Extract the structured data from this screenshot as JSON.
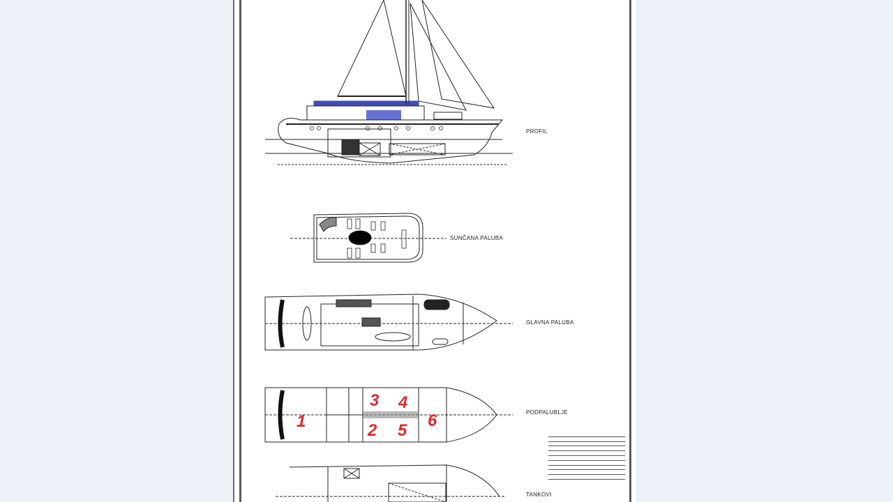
{
  "document": {
    "type": "ship general arrangement drawing",
    "colors": {
      "background": "#edf1f8",
      "paper": "#ffffff",
      "ink": "#222222",
      "highlight_blue": "#1f2fa8",
      "annotation_red": "#e0282c"
    }
  },
  "views": {
    "profile": {
      "label": "PROFIL"
    },
    "sun_deck": {
      "label": "SUNČANA PALUBA"
    },
    "main_deck": {
      "label": "GLAVNA PALUBA"
    },
    "lower_deck": {
      "label": "PODPALUBLJE"
    },
    "tanks": {
      "label": "TANKOVI"
    }
  },
  "cabin_numbers": [
    "1",
    "2",
    "3",
    "4",
    "5",
    "6"
  ],
  "spec_table": {
    "rows": [
      {
        "k": "",
        "v": ""
      },
      {
        "k": "",
        "v": ""
      },
      {
        "k": "",
        "v": ""
      },
      {
        "k": "",
        "v": ""
      },
      {
        "k": "",
        "v": ""
      },
      {
        "k": "",
        "v": ""
      },
      {
        "k": "",
        "v": ""
      },
      {
        "k": "",
        "v": ""
      },
      {
        "k": "",
        "v": ""
      },
      {
        "k": "",
        "v": ""
      },
      {
        "k": "",
        "v": ""
      },
      {
        "k": "",
        "v": ""
      }
    ]
  }
}
